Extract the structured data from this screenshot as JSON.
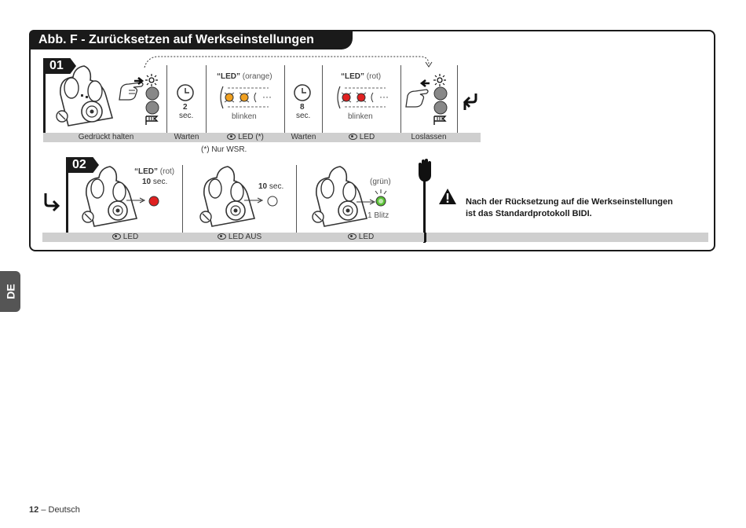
{
  "figure": {
    "title": "Abb. F - Zurücksetzen auf Werkseinstellungen"
  },
  "step1": {
    "number": "01",
    "wait1": {
      "value": "2",
      "unit": "sec."
    },
    "led1": {
      "label": "“LED”",
      "color": "(orange)",
      "action": "blinken",
      "dots": "···"
    },
    "wait2": {
      "value": "8",
      "unit": "sec."
    },
    "led2": {
      "label": "“LED”",
      "color": "(rot)",
      "action": "blinken",
      "dots": "···"
    },
    "bar": [
      "Gedrückt halten",
      "Warten",
      "LED (*)",
      "Warten",
      "LED",
      "Loslassen"
    ],
    "footnote": "(*) Nur WSR."
  },
  "step2": {
    "number": "02",
    "panel1": {
      "label": "“LED”",
      "color": "(rot)",
      "time_value": "10",
      "time_unit": "sec."
    },
    "panel2": {
      "time_value": "10",
      "time_unit": "sec."
    },
    "panel3": {
      "color": "(grün)",
      "flash": "1 Blitz"
    },
    "bar": [
      "LED",
      "LED AUS",
      "LED"
    ]
  },
  "warning": {
    "line1": "Nach der Rücksetzung auf die Werkseinstellungen",
    "line2": "ist das Standardprotokoll BIDI."
  },
  "side_tab": "DE",
  "footer": {
    "page": "12",
    "separator": "–",
    "language": "Deutsch"
  },
  "colors": {
    "orange": "#f0a020",
    "red": "#e02020",
    "green": "#5bc236",
    "dark": "#1a1a1a",
    "bar": "#cfcfcf"
  },
  "icons": [
    "remote-control-icon",
    "hand-press-icon",
    "clock-icon",
    "led-blink-icon",
    "hand-release-icon",
    "return-arrow-icon",
    "stop-hand-icon",
    "warning-icon",
    "eye-icon"
  ]
}
